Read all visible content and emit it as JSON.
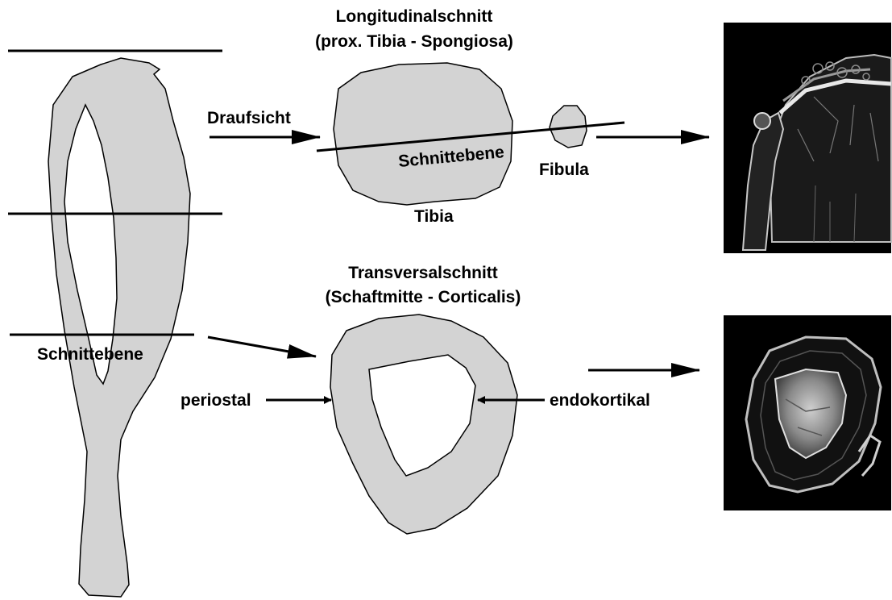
{
  "headings": {
    "longitudinal_title": "Longitudinalschnitt",
    "longitudinal_subtitle": "(prox. Tibia - Spongiosa)",
    "transversal_title": "Transversalschnitt",
    "transversal_subtitle": "(Schaftmitte - Corticalis)"
  },
  "labels": {
    "top_view": "Draufsicht",
    "cut_plane_top": "Schnittebene",
    "fibula": "Fibula",
    "tibia": "Tibia",
    "cut_plane_left": "Schnittebene",
    "periosteal": "periostal",
    "endocortical": "endokortikal"
  },
  "colors": {
    "bone_fill": "#d3d3d3",
    "outline": "#000000",
    "background": "#ffffff",
    "photo_background": "#000000"
  },
  "icons": {
    "arrow": "right-arrow-icon",
    "micrograph_longitudinal": "bone-longitudinal-micrograph",
    "micrograph_transversal": "bone-transversal-micrograph"
  }
}
